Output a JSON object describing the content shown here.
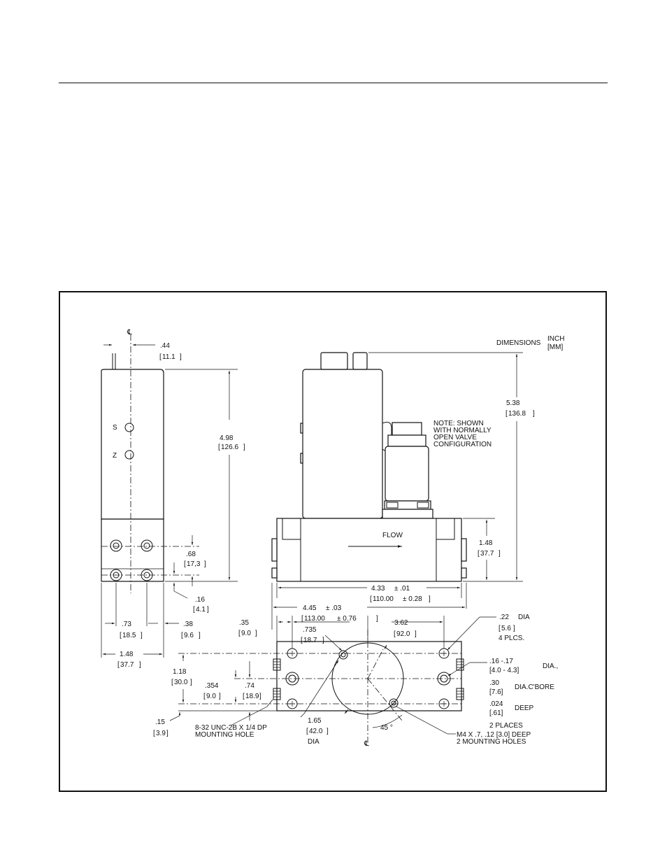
{
  "units": {
    "title": "DIMENSIONS",
    "unit_primary": "INCH",
    "unit_secondary": "[MM]"
  },
  "note": [
    "NOTE: SHOWN",
    "WITH NORMALLY",
    "OPEN VALVE",
    "CONFIGURATION"
  ],
  "flow_label": "FLOW",
  "side_view": {
    "centerline": "℄",
    "label_s": "S",
    "label_z": "Z",
    "dim_44": ".44",
    "dim_44_mm": "11.1",
    "dim_498": "4.98",
    "dim_498_mm": "126.6",
    "dim_68": ".68",
    "dim_68_mm": "17,3",
    "dim_16": ".16",
    "dim_16_mm": "4.1",
    "dim_73": ".73",
    "dim_73_mm": "18.5",
    "dim_38": ".38",
    "dim_38_mm": "9.6",
    "dim_148": "1.48",
    "dim_148_mm": "37.7"
  },
  "front_view": {
    "dim_538": "5.38",
    "dim_538_mm": "136.8",
    "dim_148": "1.48",
    "dim_148_mm": "37.7",
    "dim_433": "4.33",
    "dim_433_tol": "± .01",
    "dim_433_mm": "110.00",
    "dim_433_mm_tol": "± 0.28",
    "dim_445": "4.45",
    "dim_445_tol": "± .03",
    "dim_445_mm": "113.00",
    "dim_445_mm_tol": "± 0.76"
  },
  "bottom_view": {
    "dim_35": ".35",
    "dim_35_mm": "9.0",
    "dim_735": ".735",
    "dim_735_mm": "18.7",
    "dim_362": "3.62",
    "dim_362_mm": "92.0",
    "dim_22": ".22",
    "dim_22_label": "DIA",
    "dim_22_mm": "5.6",
    "dim_22_note": "4 PLCS.",
    "dim_1617": ".16 -.17",
    "dim_1617_label": "DIA.,",
    "dim_1617_mm": "[4.0 - 4.3]",
    "dim_30": ".30",
    "dim_30_mm": "[7.6]",
    "dim_30_label": "DIA.C'BORE",
    "dim_024": ".024",
    "dim_024_mm": "[.61]",
    "dim_024_label": "DEEP",
    "two_places": "2 PLACES",
    "dim_118": "1.18",
    "dim_118_mm": "30.0",
    "dim_354": ".354",
    "dim_354_mm": "9.0",
    "dim_74": ".74",
    "dim_74_mm": "18.9",
    "dim_15": ".15",
    "dim_15_mm": "3.9",
    "mount_hole_1": "8-32 UNC-2B X 1/4 DP",
    "mount_hole_2": "MOUNTING HOLE",
    "dim_165": "1.65",
    "dim_165_mm": "42.0",
    "dim_165_label": "DIA",
    "angle": "45 °",
    "m4_1": "M4 X .7, .12 [3.0] DEEP",
    "m4_2": "2 MOUNTING HOLES",
    "centerline": "℄"
  }
}
